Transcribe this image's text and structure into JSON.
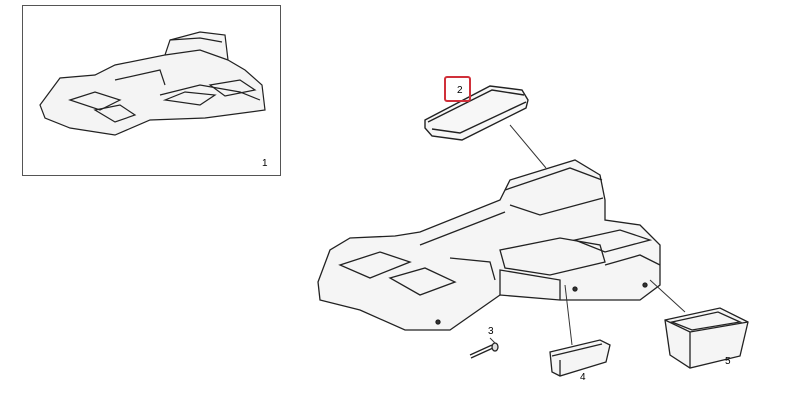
{
  "diagram": {
    "inset_label": "1",
    "callouts": [
      "2",
      "3",
      "4",
      "5"
    ],
    "highlight_color": "#d0303a"
  }
}
